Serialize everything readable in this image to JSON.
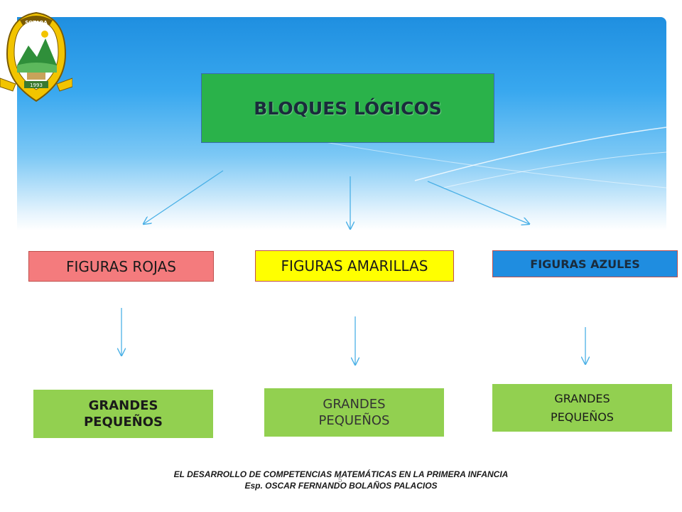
{
  "title": "BLOQUES LÓGICOS",
  "categories": [
    {
      "label": "FIGURAS ROJAS",
      "color": "#f47b7d"
    },
    {
      "label": "FIGURAS AMARILLAS",
      "color": "#ffff00"
    },
    {
      "label": "FIGURAS AZULES",
      "color": "#1f8de0"
    }
  ],
  "sizes": [
    {
      "line1": "GRANDES",
      "line2": "PEQUEÑOS"
    },
    {
      "line1": "GRANDES",
      "line2": "PEQUEÑOS"
    },
    {
      "line1": "GRANDES",
      "line2": "PEQUEÑOS"
    }
  ],
  "footer": {
    "line1": "EL DESARROLLO DE COMPETENCIAS MATEMÁTICAS EN LA PRIMERA INFANCIA",
    "line2": "Esp. OSCAR FERNANDO BOLAÑOS PALACIOS",
    "page_number": "5"
  },
  "logo": {
    "top_text": "SOTARA",
    "year": "1993",
    "icon": "municipal-seal-icon"
  },
  "colors": {
    "title_box": "#2ab24a",
    "size_box": "#92d050",
    "arrow": "#4ab0e6"
  }
}
